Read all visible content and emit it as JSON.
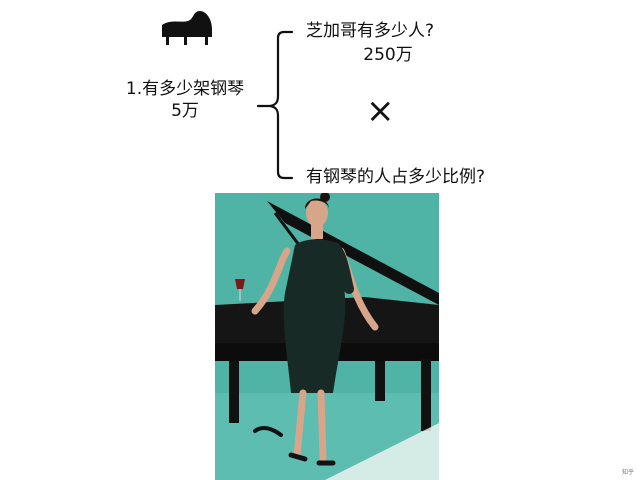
{
  "left": {
    "title": "1.有多少架钢琴",
    "value": "5万",
    "icon": "grand-piano-icon"
  },
  "right": {
    "question1": "芝加哥有多少人?",
    "question1_value": "250万",
    "operator": "×",
    "question2": "有钢琴的人占多少比例?"
  },
  "poster": {
    "description_icon": "woman-with-piano-poster"
  },
  "watermark": "知乎",
  "colors": {
    "background": "#ffffff",
    "text": "#111111",
    "poster_bg": "#4fb3a5"
  }
}
